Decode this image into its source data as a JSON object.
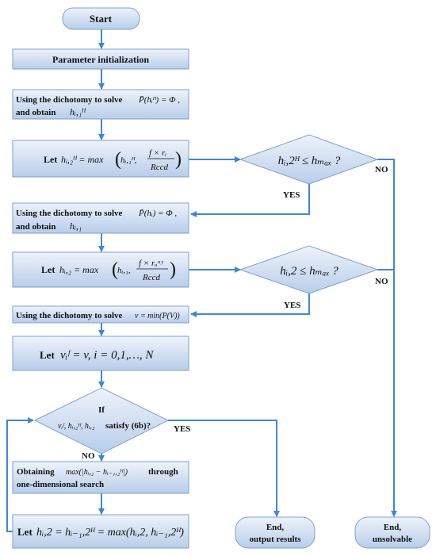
{
  "nodes": {
    "start": "Start",
    "param_init": "Parameter initialization",
    "dichotomy1_line1": "Using the dichotomy to solve",
    "dichotomy1_line1_math": "P̄(hᵢᴴ) = Φ ,",
    "dichotomy1_line2": "and obtain",
    "dichotomy1_line2_math": "hᵢ,₁ᴴ",
    "let1_label": "Let",
    "let1_math_lhs": "hᵢ,₂ᴴ = max",
    "let1_math_arg1": "hᵢ,₁ᴴ,",
    "let1_math_num": "f × rᵢ",
    "let1_math_den": "Rccd",
    "dec1_math": "hᵢ,2ᴴ ≤ hₘₐₓ ?",
    "dichotomy2_line1": "Using the dichotomy to solve",
    "dichotomy2_line1_math": "P̄(hᵢ) = Φ ,",
    "dichotomy2_line2": "and obtain",
    "dichotomy2_line2_math": "hᵢ,₁",
    "let2_label": "Let",
    "let2_math_lhs": "hᵢ,₂ = max",
    "let2_math_arg1": "hᵢ,₁,",
    "let2_math_num": "f × rᵤᵃʸ",
    "let2_math_den": "Rccd",
    "dec2_math": "hᵢ,2 ≤ hₘₐₓ ?",
    "dichotomy3_text": "Using the dichotomy to solve",
    "dichotomy3_math": "v = min(P(V))",
    "let3_label": "Let",
    "let3_math": "vᵢᶠ = v, i = 0,1,…, N",
    "dec3_if": "If",
    "dec3_math": "vᵢᶠ, hᵢ,₂ᴴ, hᵢ,₂",
    "dec3_text": "satisfy (6b)?",
    "search_label1": "Obtaining",
    "search_math": "max(|hᵢ,₂ − hᵢ₋₁,₂ᴴ|)",
    "search_label2": "through",
    "search_label3": "one-dimensional search",
    "let4_label": "Let",
    "let4_math": "hᵢ,2 = hᵢ₋₁,2ᴴ = max(hᵢ,2, hᵢ₋₁,2ᴴ)",
    "end_output_1": "End,",
    "end_output_2": "output results",
    "end_unsolvable_1": "End,",
    "end_unsolvable_2": "unsolvable"
  },
  "edge_labels": {
    "dec1_no": "NO",
    "dec1_yes": "YES",
    "dec2_no": "NO",
    "dec2_yes": "YES",
    "dec3_yes": "YES",
    "dec3_no": "NO"
  },
  "colors": {
    "box_top": "#eef3fb",
    "box_bottom": "#b8cdea",
    "box_stroke": "#7da0d0",
    "arrow": "#3f86d8"
  }
}
